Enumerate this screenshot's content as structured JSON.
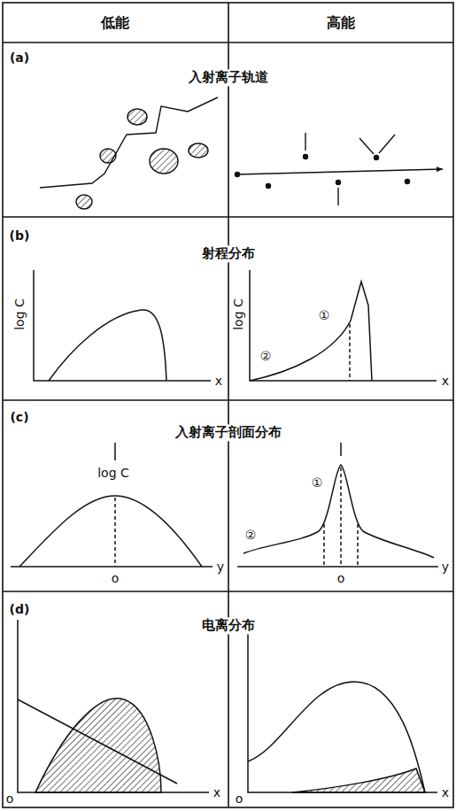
{
  "diagram": {
    "labels": [
      "低能",
      "高能",
      "(a)",
      "入射离子轨道",
      "(b)",
      "射程分布",
      "log C",
      "log C",
      "①",
      "②",
      "x",
      "x",
      "(c)",
      "入射离子剖面分布",
      "log C",
      "o",
      "y",
      "①",
      "②",
      "o",
      "y",
      "(d)",
      "电离分布",
      "o",
      "x",
      "o",
      "x"
    ]
  }
}
